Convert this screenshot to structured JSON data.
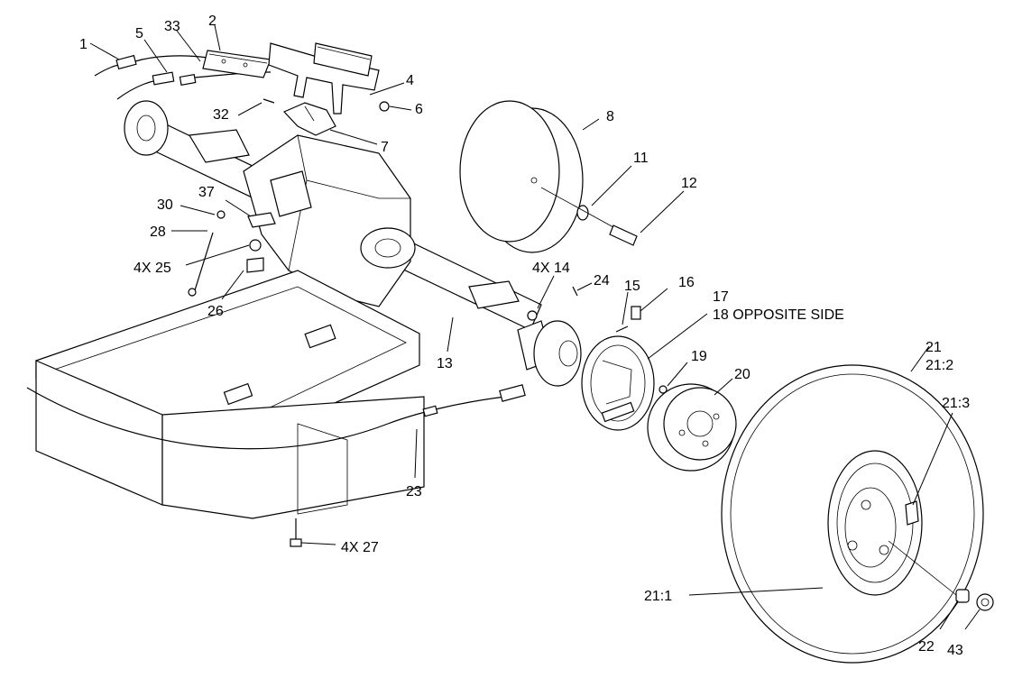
{
  "callouts": {
    "c1": "1",
    "c5": "5",
    "c33": "33",
    "c2": "2",
    "c4": "4",
    "c32": "32",
    "c6": "6",
    "c7": "7",
    "c8": "8",
    "c11": "11",
    "c12": "12",
    "c37": "37",
    "c30": "30",
    "c28": "28",
    "c25": "4X 25",
    "c26": "26",
    "c14": "4X 14",
    "c24": "24",
    "c15": "15",
    "c16": "16",
    "c17": "17",
    "c18": "18 OPPOSITE SIDE",
    "c13": "13",
    "c19": "19",
    "c20": "20",
    "c21": "21",
    "c21_2": "21:2",
    "c21_3": "21:3",
    "c23": "23",
    "c27": "4X 27",
    "c21_1": "21:1",
    "c22": "22",
    "c43": "43"
  }
}
